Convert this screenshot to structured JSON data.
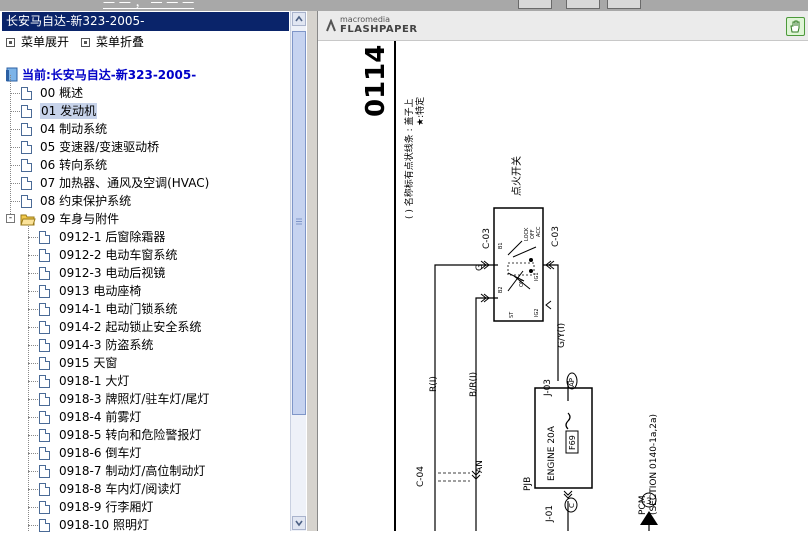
{
  "window": {
    "top_link": "一 一 ，  一 一 一"
  },
  "tree": {
    "header": "长安马自达-新323-2005-",
    "expand_label": "菜单展开",
    "collapse_label": "菜单折叠",
    "root_label": "当前:长安马自达-新323-2005-",
    "items": [
      {
        "label": "00 概述"
      },
      {
        "label": "01 发动机"
      },
      {
        "label": "04 制动系统"
      },
      {
        "label": "05 变速器/变速驱动桥"
      },
      {
        "label": "06 转向系统"
      },
      {
        "label": "07 加热器、通风及空调(HVAC)"
      },
      {
        "label": "08 约束保护系统"
      },
      {
        "label": "09 车身与附件"
      }
    ],
    "children": [
      {
        "label": "0912-1 后窗除霜器"
      },
      {
        "label": "0912-2 电动车窗系统"
      },
      {
        "label": "0912-3 电动后视镜"
      },
      {
        "label": "0913 电动座椅"
      },
      {
        "label": "0914-1 电动门锁系统"
      },
      {
        "label": "0914-2 起动锁止安全系统"
      },
      {
        "label": "0914-3 防盗系统"
      },
      {
        "label": "0915 天窗"
      },
      {
        "label": "0918-1 大灯"
      },
      {
        "label": "0918-3 牌照灯/驻车灯/尾灯"
      },
      {
        "label": "0918-4 前雾灯"
      },
      {
        "label": "0918-5 转向和危险警报灯"
      },
      {
        "label": "0918-6 倒车灯"
      },
      {
        "label": "0918-7 制动灯/高位制动灯"
      },
      {
        "label": "0918-8 车内灯/阅读灯"
      },
      {
        "label": "0918-9 行李厢灯"
      },
      {
        "label": "0918-10 照明灯"
      }
    ]
  },
  "viewer": {
    "brand_small": "macromedia",
    "brand_main": "FLASHPAPER",
    "diagram": {
      "page_code": "0114",
      "legend_line1": "( ) 名称标有点状线条 : 盖子上",
      "legend_line2": "★:特定",
      "switch_title": "点火开关",
      "c03_left": "C-03",
      "c03_right": "C-03",
      "wire_g": "G",
      "pos_lock": "LOCK",
      "pos_off": "OFF",
      "pos_acc": "ACC",
      "pos_on": "ON",
      "pos_st": "ST",
      "pin_b1": "B1",
      "pin_ig1": "IG1",
      "pin_b2": "B2",
      "pin_ig2": "IG2",
      "wire_r": "R(I)",
      "wire_br": "B/R(I)",
      "wire_gy": "G/Y(I)",
      "j03": "J-03",
      "conn_ap": "AP",
      "fuse_name": "ENGINE 20A",
      "fuse_num": "F69",
      "pjb": "PJB",
      "j01": "J-01",
      "conn_c": "C",
      "c04": "C-04",
      "an": "AN",
      "pcm": "PCM",
      "pcm_section": "(SECTION 0140-1a,2a)",
      "pcm_pin": "3"
    }
  },
  "colors": {
    "selection": "#0a246a",
    "selected_item": "#c7d3ea",
    "root_text": "#0000c8",
    "folder": "#f2c94c"
  }
}
